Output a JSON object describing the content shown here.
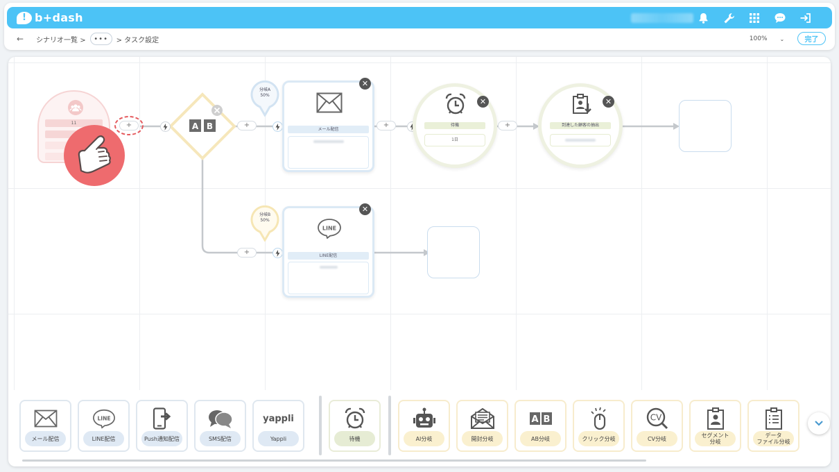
{
  "header": {
    "logo_text": "b+dash"
  },
  "breadcrumb": {
    "back": "←",
    "scenario_list": "シナリオ一覧 >",
    "ellipsis": "•••",
    "current": "> タスク設定"
  },
  "toolbar": {
    "zoom": "100%",
    "done_label": "完了"
  },
  "canvas": {
    "start_node": {
      "count": "11"
    },
    "plus": "+",
    "close": "✕",
    "branch_a": {
      "line1": "分岐A",
      "line2": "50%"
    },
    "branch_b": {
      "line1": "分岐B",
      "line2": "50%"
    },
    "mail_node": {
      "label": "メール配信"
    },
    "line_node": {
      "label": "LINE配信"
    },
    "wait_node": {
      "label": "待機",
      "value": "1日"
    },
    "extract_node": {
      "label": "到達した顧客の抽出"
    }
  },
  "palette": {
    "items": [
      {
        "label": "メール配信",
        "icon": "mail-icon"
      },
      {
        "label": "LINE配信",
        "icon": "line-icon"
      },
      {
        "label": "Push通知配信",
        "icon": "push-icon"
      },
      {
        "label": "SMS配信",
        "icon": "sms-icon"
      },
      {
        "label": "Yappli",
        "icon": "yappli-icon",
        "icon_text": "yappli"
      },
      {
        "label": "待機",
        "icon": "alarm-icon"
      },
      {
        "label": "AI分岐",
        "icon": "robot-icon"
      },
      {
        "label": "開封分岐",
        "icon": "open-mail-icon"
      },
      {
        "label": "AB分岐",
        "icon": "ab-icon"
      },
      {
        "label": "クリック分岐",
        "icon": "mouse-icon"
      },
      {
        "label": "CV分岐",
        "icon": "cv-icon"
      },
      {
        "label": "セグメント\n分岐",
        "icon": "segment-icon"
      },
      {
        "label": "データ\nファイル分岐",
        "icon": "data-file-icon"
      }
    ]
  }
}
